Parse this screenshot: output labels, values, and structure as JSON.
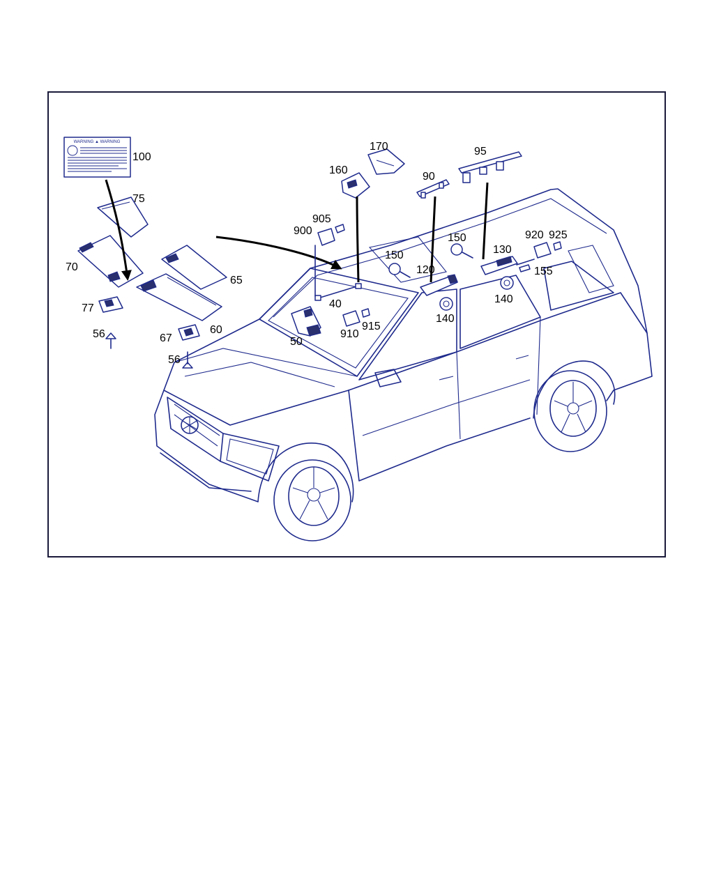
{
  "diagram": {
    "callouts": {
      "c100": "100",
      "c75": "75",
      "c70": "70",
      "c65": "65",
      "c77": "77",
      "c56a": "56",
      "c67": "67",
      "c60": "60",
      "c56b": "56",
      "c160": "160",
      "c170": "170",
      "c905": "905",
      "c900": "900",
      "c40": "40",
      "c50": "50",
      "c910": "910",
      "c915": "915",
      "c90": "90",
      "c150a": "150",
      "c120": "120",
      "c140a": "140",
      "c95": "95",
      "c150b": "150",
      "c130": "130",
      "c920": "920",
      "c925": "925",
      "c155": "155",
      "c140b": "140"
    },
    "warning_label": {
      "heading": "WARNING ▲ WARNING"
    },
    "colors": {
      "line": "#1e2a8c",
      "frame": "#1a1a3a",
      "arrow": "#000000"
    }
  }
}
